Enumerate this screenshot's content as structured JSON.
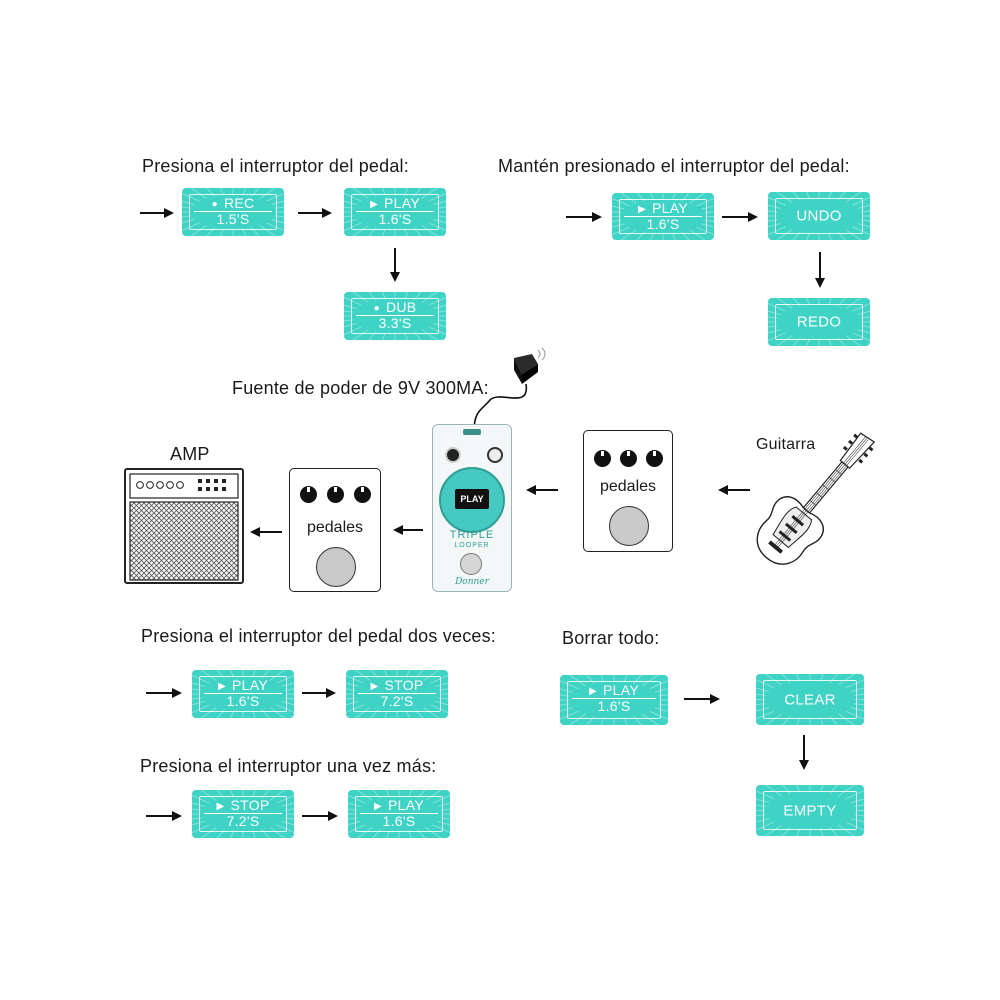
{
  "captions": {
    "press_switch": "Presiona el interruptor del pedal:",
    "hold_switch": "Mantén presionado el interruptor del pedal:",
    "power": "Fuente de poder de 9V 300MA:",
    "amp": "AMP",
    "guitar": "Guitarra",
    "press_twice": "Presiona el interruptor del pedal dos veces:",
    "clear_all": "Borrar todo:",
    "press_again": "Presiona el interruptor una vez más:"
  },
  "displays": {
    "rec": {
      "line1": "REC",
      "line2": "1.5'S",
      "glyph": "●"
    },
    "play1": {
      "line1": "PLAY",
      "line2": "1.6'S",
      "glyph": "▶"
    },
    "dub": {
      "line1": "DUB",
      "line2": "3.3'S",
      "glyph": "●"
    },
    "play_hold": {
      "line1": "PLAY",
      "line2": "1.6'S",
      "glyph": "▶"
    },
    "undo": {
      "text": "UNDO"
    },
    "redo": {
      "text": "REDO"
    },
    "play_twice": {
      "line1": "PLAY",
      "line2": "1.6'S",
      "glyph": "▶"
    },
    "stop_twice": {
      "line1": "STOP",
      "line2": "7.2'S",
      "glyph": "▶"
    },
    "play_clear": {
      "line1": "PLAY",
      "line2": "1.6'S",
      "glyph": "▶"
    },
    "clear": {
      "text": "CLEAR"
    },
    "empty": {
      "text": "EMPTY"
    },
    "stop_again": {
      "line1": "STOP",
      "line2": "7.2'S",
      "glyph": "▶"
    },
    "play_again": {
      "line1": "PLAY",
      "line2": "1.6'S",
      "glyph": "▶"
    }
  },
  "pedals": {
    "left_label": "pedales",
    "right_label": "pedales"
  },
  "looper": {
    "screen_text": "PLAY",
    "name_line1": "TRIPLE",
    "name_line2": "LOOPER",
    "brand": "Donner"
  },
  "colors": {
    "display_bg": "#3fd3c6",
    "display_text": "#ffffff",
    "looper_accent": "#46c9c0"
  }
}
